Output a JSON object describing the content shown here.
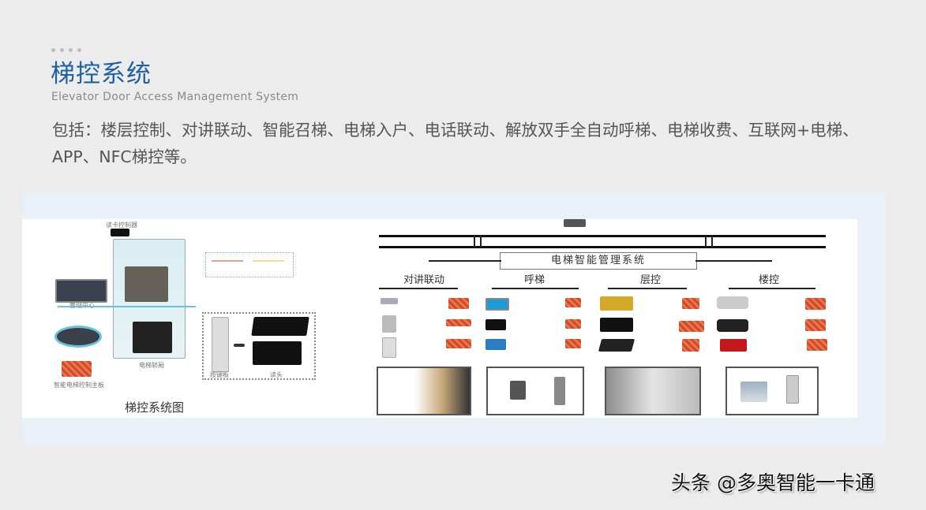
{
  "header": {
    "title": "梯控系统",
    "subtitle": "Elevator Door Access Management System"
  },
  "description": "包括：楼层控制、对讲联动、智能召梯、电梯入户、电话联动、解放双手全自动呼梯、电梯收费、互联网+电梯、APP、NFC梯控等。",
  "left_diagram": {
    "caption": "梯控系统图",
    "labels": {
      "reader": "读卡控制器",
      "center": "管理中心",
      "car": "电梯轿厢",
      "board": "智能电梯控制主板",
      "keypad": "按键板",
      "reader_panel": "读头"
    }
  },
  "right_diagram": {
    "system_box": "电梯智能管理系统",
    "branches": [
      {
        "label": "对讲联动"
      },
      {
        "label": "呼梯"
      },
      {
        "label": "层控"
      },
      {
        "label": "楼控"
      }
    ]
  },
  "watermark": "头条 @多奥智能一卡通",
  "colors": {
    "title": "#1f5fa5",
    "background": "#ececec",
    "panel": "#e9f0f8",
    "board": "#d34a2a"
  }
}
